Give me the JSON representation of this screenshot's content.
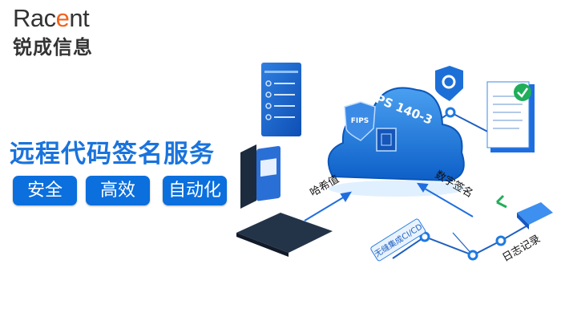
{
  "brand": {
    "name_en_prefix": "Rac",
    "name_en_accent": "e",
    "name_en_suffix": "nt",
    "name_cn": "锐成信息"
  },
  "headline": "远程代码签名服务",
  "tags": [
    "安全",
    "高效",
    "自动化"
  ],
  "illustration": {
    "cloud_label": "FIPS 140-3",
    "shield_label": "FIPS",
    "hash_label": "哈希值",
    "signature_label": "数字签名",
    "cicd_label": "无缝集成CI/CD",
    "log_label": "日志记录"
  },
  "colors": {
    "brand_accent": "#f0641e",
    "primary_blue": "#0b6fdd",
    "text_dark": "#333333",
    "check_green": "#1fae5a"
  }
}
